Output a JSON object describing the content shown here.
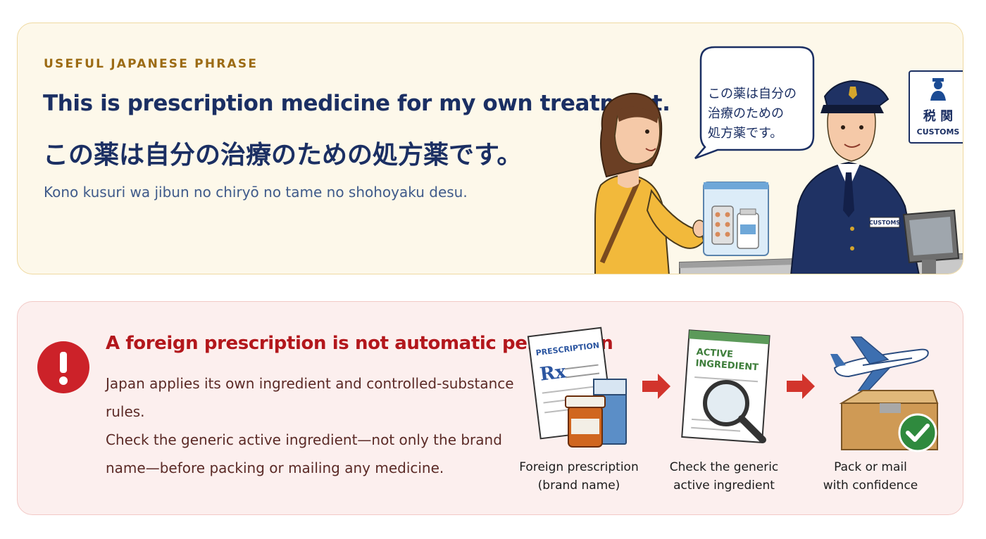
{
  "phrase_card": {
    "eyebrow": "USEFUL JAPANESE PHRASE",
    "english": "This is prescription medicine for my own treatment.",
    "japanese": "この薬は自分の治療のための処方薬です。",
    "romaji": "Kono kusuri wa jibun no chiryō no tame no shohoyaku desu.",
    "speech_bubble": [
      "この薬は自分の",
      "治療のための",
      "処方薬です。"
    ],
    "customs_sign": {
      "kanji": "税 関",
      "label": "CUSTOMS"
    },
    "officer_badge": "CUSTOMS"
  },
  "warning_card": {
    "title": "A foreign prescription is not automatic permission",
    "body": [
      "Japan applies its own ingredient and controlled-substance rules.",
      "Check the generic active ingredient—not only the brand",
      "name—before packing or mailing any medicine."
    ],
    "steps": [
      {
        "doc_label": "PRESCRIPTION",
        "doc_symbol": "Rx",
        "label": [
          "Foreign prescription",
          "(brand name)"
        ]
      },
      {
        "doc_label": [
          "ACTIVE",
          "INGREDIENT"
        ],
        "label": [
          "Check the generic",
          "active ingredient"
        ]
      },
      {
        "label": [
          "Pack or mail",
          "with confidence"
        ]
      }
    ]
  },
  "colors": {
    "phrase_bg": "#fdf8ea",
    "warn_bg": "#fcefee",
    "navy": "#1b2f63",
    "alert_red": "#cc2229",
    "gold": "#9c6b14",
    "check_green": "#2f8a3e"
  },
  "icons": {
    "alert": "exclamation-circle-icon",
    "arrow": "arrow-right-icon",
    "check": "check-circle-icon",
    "magnifier": "magnifier-icon",
    "plane": "airplane-icon",
    "box": "parcel-box-icon",
    "officer": "customs-officer-icon"
  }
}
